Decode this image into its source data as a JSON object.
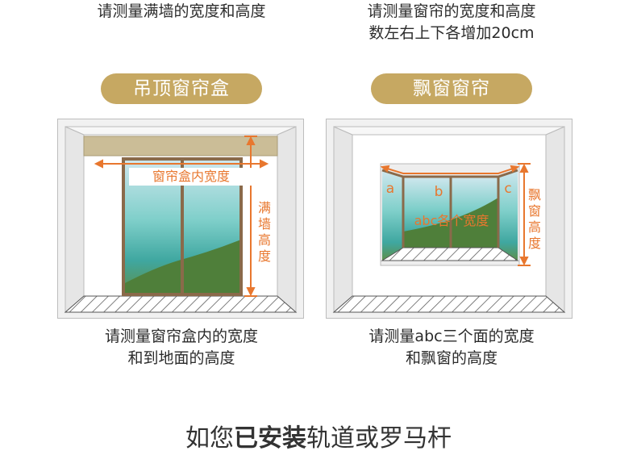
{
  "top_left_caption": "请测量满墙的宽度和高度",
  "top_right_caption": [
    "请测量窗帘的宽度和高度",
    "数左右上下各增加20cm"
  ],
  "left_panel": {
    "pill_label": "吊顶窗帘盒",
    "width_label": "窗帘盒内宽度",
    "height_label": [
      "满",
      "墙",
      "高",
      "度"
    ],
    "caption": [
      "请测量窗帘盒内的宽度",
      "和到地面的高度"
    ]
  },
  "right_panel": {
    "pill_label": "飘窗窗帘",
    "labels": {
      "a": "a",
      "b": "b",
      "c": "c"
    },
    "width_label": "abc各个宽度",
    "height_label": [
      "飘",
      "窗",
      "高",
      "度"
    ],
    "caption": [
      "请测量abc三个面的宽度",
      "和飘窗的高度"
    ]
  },
  "bottom_title": {
    "pre": "如您",
    "bold": "已安装",
    "post": "轨道或罗马杆"
  },
  "colors": {
    "accent_gold": "#c6a862",
    "measure_orange": "#e8772e",
    "frame_brown": "#8a6a4a"
  }
}
